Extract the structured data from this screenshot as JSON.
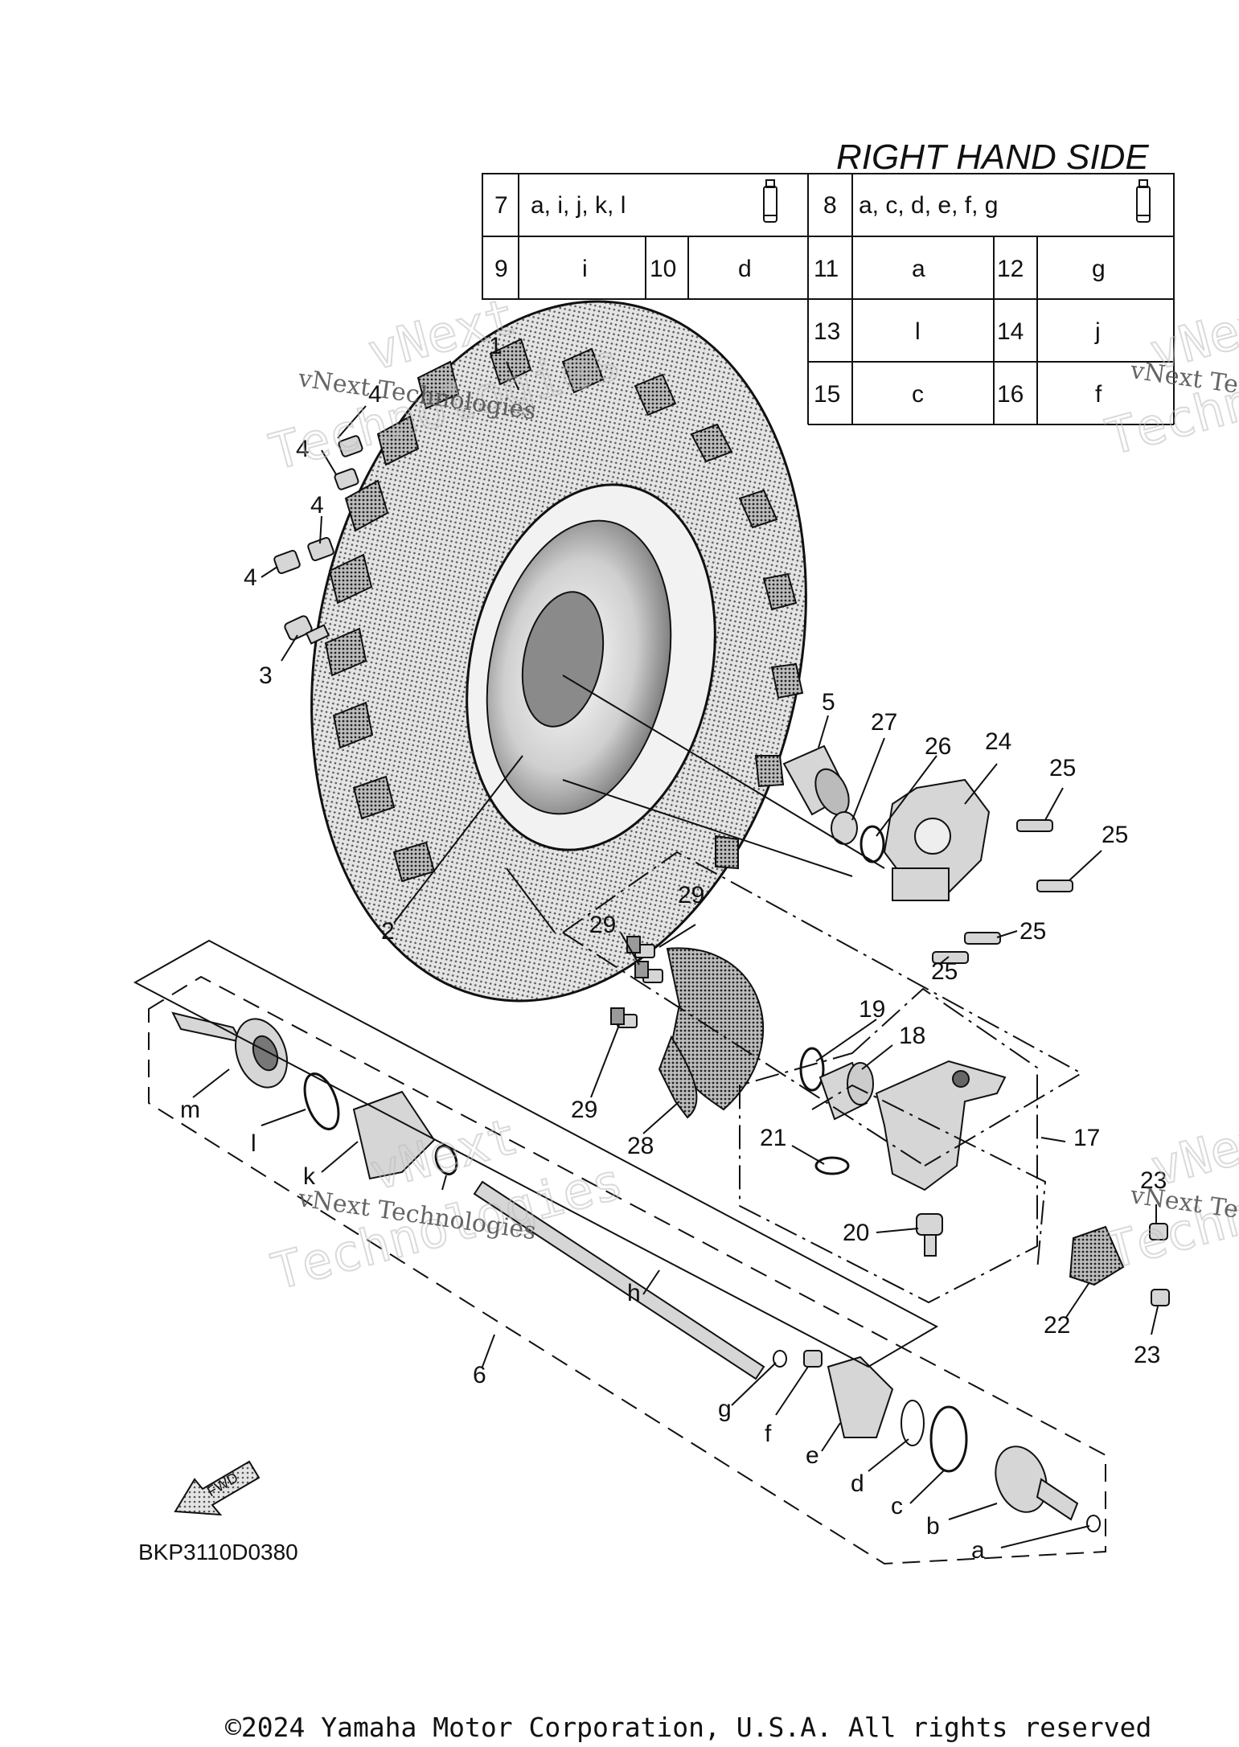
{
  "title": "RIGHT HAND SIDE",
  "diagram_code": "BKP3110D0380",
  "fwd_label": "FWD",
  "copyright": "©2024 Yamaha Motor Corporation, U.S.A. All rights reserved",
  "watermark": {
    "line1": "vNext",
    "line2": "Technologies",
    "caption": "vNext Technologies"
  },
  "lube_table": {
    "row1": [
      {
        "num": "7",
        "parts": "a, i, j, k, l"
      },
      {
        "num": "8",
        "parts": "a, c, d, e, f, g"
      }
    ],
    "row2": [
      {
        "num": "9",
        "parts": "i"
      },
      {
        "num": "10",
        "parts": "d"
      },
      {
        "num": "11",
        "parts": "a"
      },
      {
        "num": "12",
        "parts": "g"
      }
    ],
    "row3": [
      {
        "num": "13",
        "parts": "l"
      },
      {
        "num": "14",
        "parts": "j"
      }
    ],
    "row4": [
      {
        "num": "15",
        "parts": "c"
      },
      {
        "num": "16",
        "parts": "f"
      }
    ]
  },
  "callouts": {
    "c1": "1",
    "c2": "2",
    "c3": "3",
    "c4a": "4",
    "c4b": "4",
    "c4c": "4",
    "c4d": "4",
    "c5": "5",
    "c6": "6",
    "c17": "17",
    "c18": "18",
    "c19": "19",
    "c20": "20",
    "c21": "21",
    "c22": "22",
    "c23a": "23",
    "c23b": "23",
    "c24": "24",
    "c25a": "25",
    "c25b": "25",
    "c25c": "25",
    "c25d": "25",
    "c26": "26",
    "c27": "27",
    "c28": "28",
    "c29a": "29",
    "c29b": "29",
    "c29c": "29",
    "ca": "a",
    "cb": "b",
    "cc": "c",
    "cd": "d",
    "ce": "e",
    "cf": "f",
    "cg": "g",
    "ch": "h",
    "ck": "k",
    "cl": "l",
    "cm": "m"
  }
}
